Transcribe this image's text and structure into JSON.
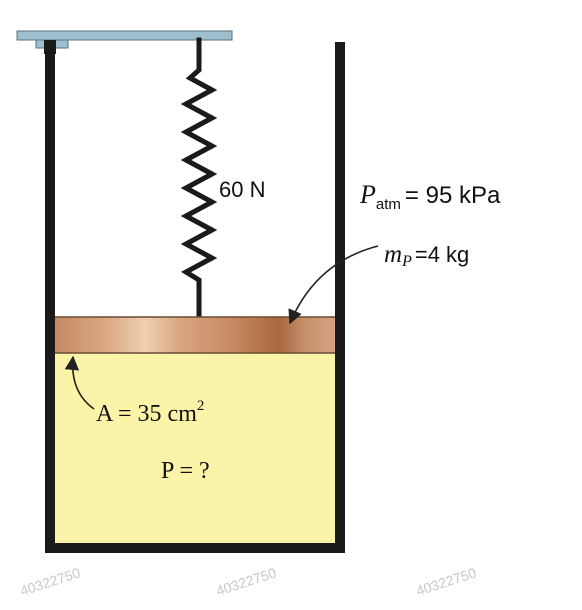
{
  "diagram": {
    "spring": {
      "force_label": "60 N"
    },
    "atmosphere": {
      "symbol": "P",
      "subscript": "atm",
      "value": "= 95 kPa"
    },
    "piston": {
      "symbol": "m",
      "subscript": "P",
      "value": "=4 kg"
    },
    "area": {
      "text": "A = 35 cm",
      "superscript": "2"
    },
    "pressure": {
      "text": "P = ?"
    },
    "watermarks": [
      "40322750",
      "40322750",
      "40322750"
    ]
  },
  "colors": {
    "frame": "#1a1a1a",
    "bracket": "#9fbfce",
    "gas": "#fbf3a8",
    "piston_base": "#c48a62",
    "piston_highlight": "#edc9a6",
    "piston_dark": "#a8673f",
    "watermark": "#c8c8c8"
  }
}
